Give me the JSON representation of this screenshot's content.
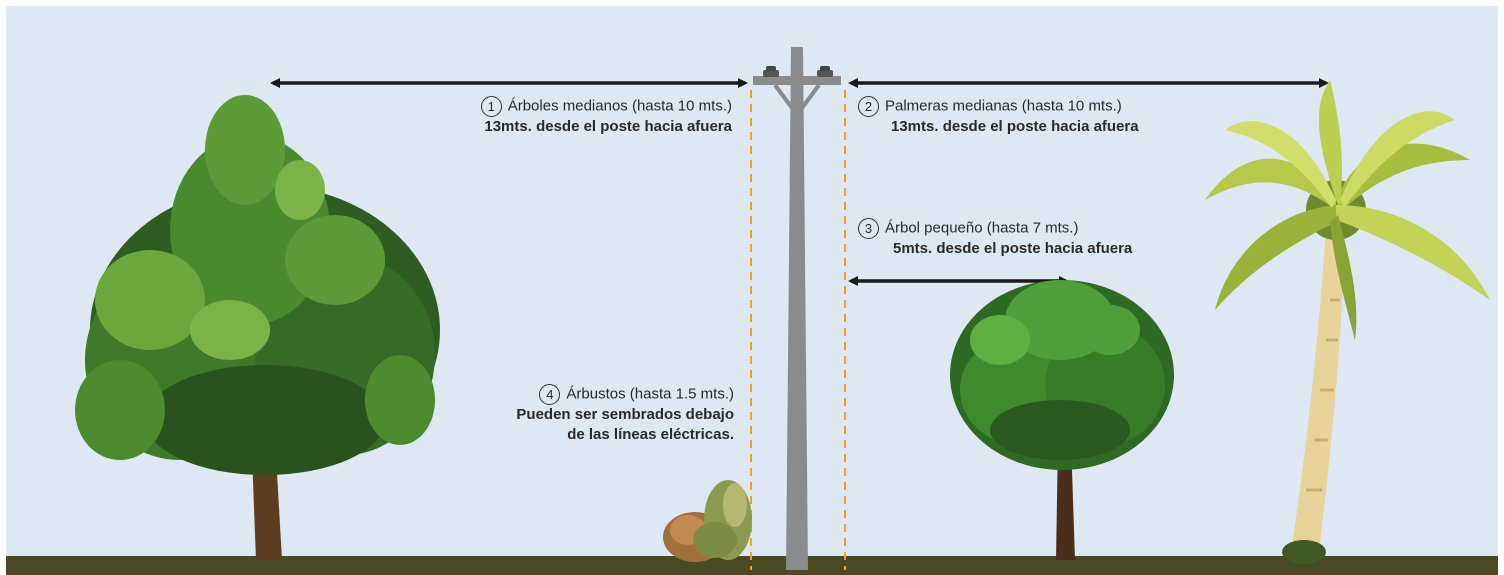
{
  "colors": {
    "sky": "#dde8f3",
    "ground": "#4a4a22",
    "pole": "#8a8b8d",
    "dashed_guide": "#f0a21e",
    "arrow": "#1a1a1a"
  },
  "labels": {
    "l1": {
      "number": "1",
      "title": "Árboles medianos (hasta 10 mts.)",
      "detail": "13mts. desde el poste hacia afuera"
    },
    "l2": {
      "number": "2",
      "title": "Palmeras medianas (hasta 10 mts.)",
      "detail": "13mts. desde el poste hacia afuera"
    },
    "l3": {
      "number": "3",
      "title": "Árbol pequeño (hasta 7 mts.)",
      "detail": "5mts. desde el poste hacia afuera"
    },
    "l4": {
      "number": "4",
      "title": "Árbustos (hasta 1.5 mts.)",
      "detail_line1": "Pueden ser sembrados debajo",
      "detail_line2": "de las líneas eléctricas."
    }
  },
  "illustrations": [
    "medium-tree-icon",
    "shrub-icon",
    "utility-pole-icon",
    "small-tree-icon",
    "palm-tree-icon"
  ]
}
